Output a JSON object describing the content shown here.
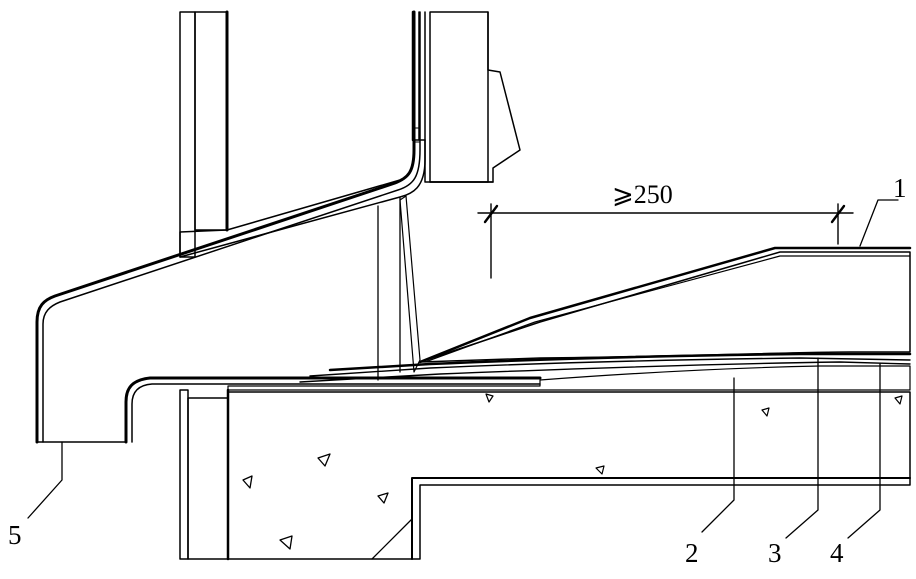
{
  "dimension": {
    "text": "⩾250"
  },
  "callouts": [
    {
      "id": "1",
      "label": "1"
    },
    {
      "id": "2",
      "label": "2"
    },
    {
      "id": "3",
      "label": "3"
    },
    {
      "id": "4",
      "label": "4"
    },
    {
      "id": "5",
      "label": "5"
    }
  ]
}
